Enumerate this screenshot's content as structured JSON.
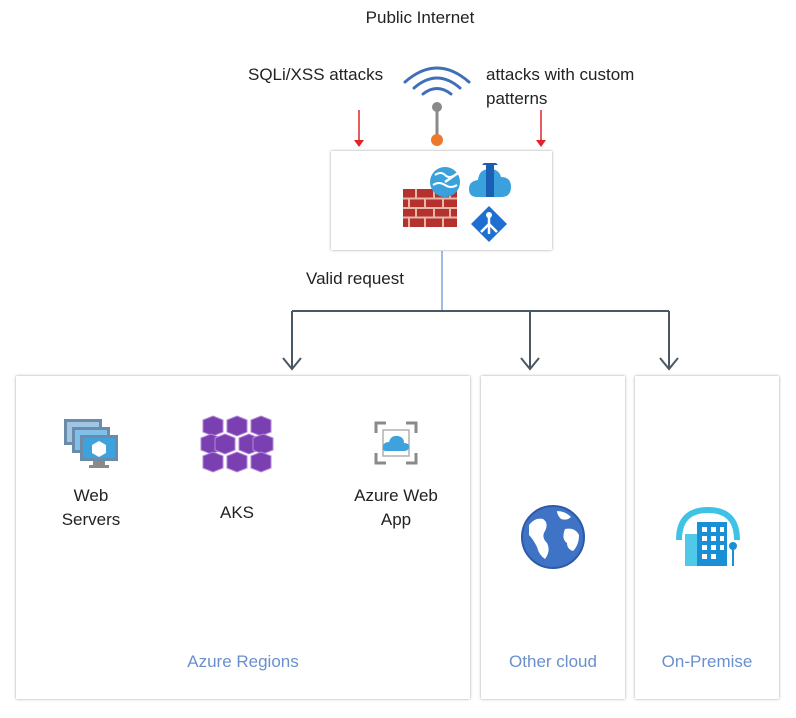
{
  "header": {
    "title": "Public Internet"
  },
  "threats": {
    "left_label": "SQLi/XSS attacks",
    "right_label_line1": "attacks with custom",
    "right_label_line2": "patterns"
  },
  "gateway": {
    "icons": [
      "firewall-icon",
      "front-door-icon",
      "app-gateway-icon",
      "cdn-icon"
    ]
  },
  "flow": {
    "label": "Valid request"
  },
  "panels": {
    "azure": {
      "title": "Azure Regions",
      "items": [
        {
          "line1": "Web",
          "line2": "Servers",
          "icon": "web-servers-icon"
        },
        {
          "line1": "AKS",
          "line2": "",
          "icon": "aks-icon"
        },
        {
          "line1": "Azure Web",
          "line2": "App",
          "icon": "azure-web-app-icon"
        }
      ]
    },
    "other": {
      "title": "Other cloud",
      "icon": "globe-icon"
    },
    "onprem": {
      "title": "On-Premise",
      "icon": "building-icon"
    }
  },
  "colors": {
    "connector": "#4a5866",
    "attack_arrow": "#e0242a",
    "panel_title": "#6a8fcf",
    "wifi": "#3e6fb8",
    "antenna_dot": "#ec7a2c"
  }
}
